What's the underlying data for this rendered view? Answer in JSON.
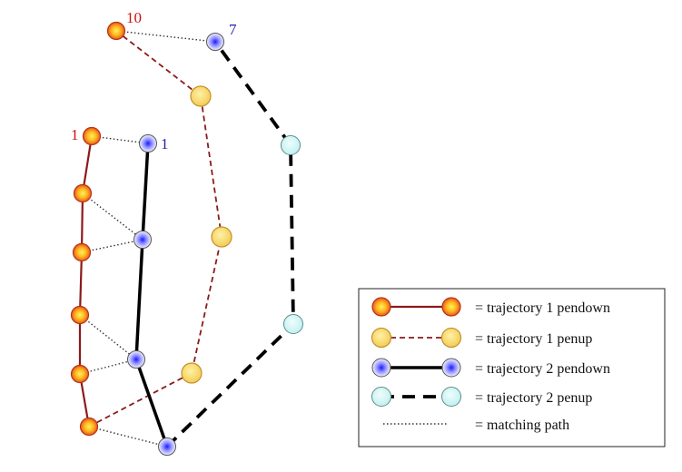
{
  "labels": {
    "t1_start": "1",
    "t1_end": "10",
    "t2_start": "1",
    "t2_end": "7"
  },
  "legend": {
    "items": [
      {
        "key": "t1-pendown",
        "text": "= trajectory 1 pendown"
      },
      {
        "key": "t1-penup",
        "text": "= trajectory 1 penup"
      },
      {
        "key": "t2-pendown",
        "text": "= trajectory 2 pendown"
      },
      {
        "key": "t2-penup",
        "text": "= trajectory 2 penup"
      },
      {
        "key": "matching",
        "text": "= matching path"
      }
    ]
  },
  "colors": {
    "t1_line": "#8b1a1a",
    "t1_node_fill": "#f7941d",
    "t1_node_core": "#ffee33",
    "t1_node_stroke": "#b22222",
    "t1_penup_fill": "#f7d774",
    "t1_penup_stroke": "#c8962a",
    "t2_node_fill": "#ffffff",
    "t2_node_core": "#2222dd",
    "t2_node_stroke": "#555566",
    "t2_penup_fill": "#ccf4f4",
    "t2_penup_stroke": "#5f8f8f",
    "t2_line": "#000000",
    "label_red": "#cc1111",
    "label_blue": "#2222aa",
    "matching": "#333333"
  }
}
